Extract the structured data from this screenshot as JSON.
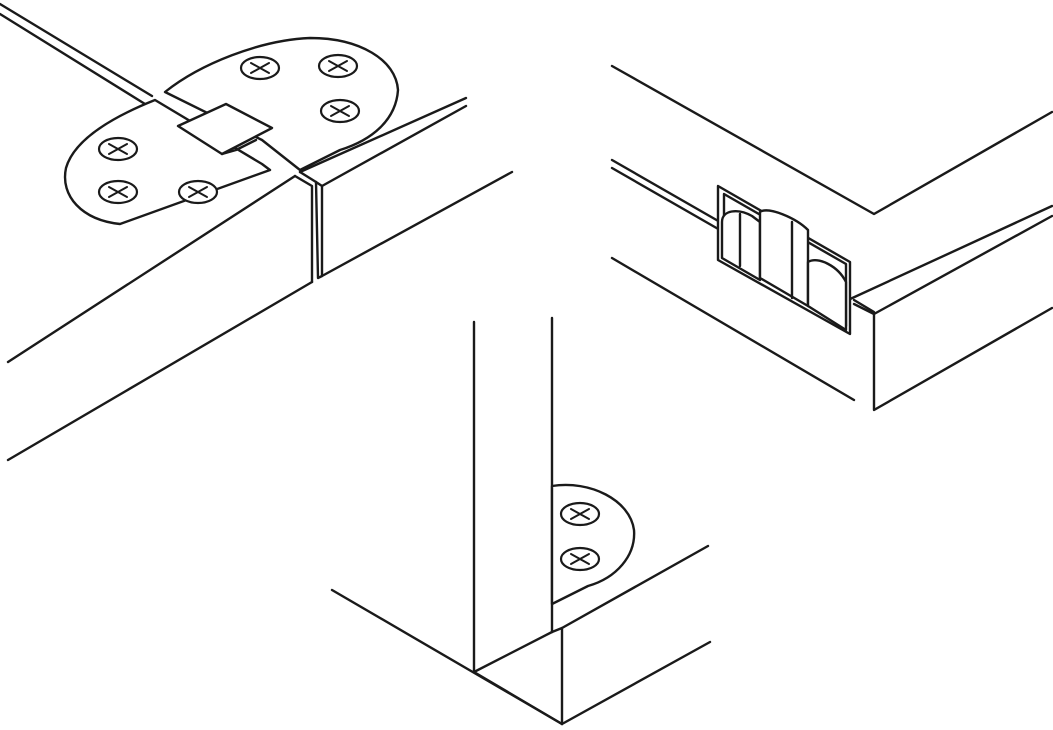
{
  "figure": {
    "views": [
      {
        "id": "view-top-left",
        "subject": "table-leaf-hinge-open"
      },
      {
        "id": "view-top-right",
        "subject": "table-leaf-hinge-closed"
      },
      {
        "id": "view-bottom",
        "subject": "table-leaf-hinge-folded"
      }
    ],
    "colors": {
      "line": "#1a1a1a",
      "background": "#ffffff"
    },
    "icons": [
      "screw-icon"
    ],
    "screw_counts": {
      "top_left_hinge": 6,
      "bottom_hinge": 2
    }
  }
}
